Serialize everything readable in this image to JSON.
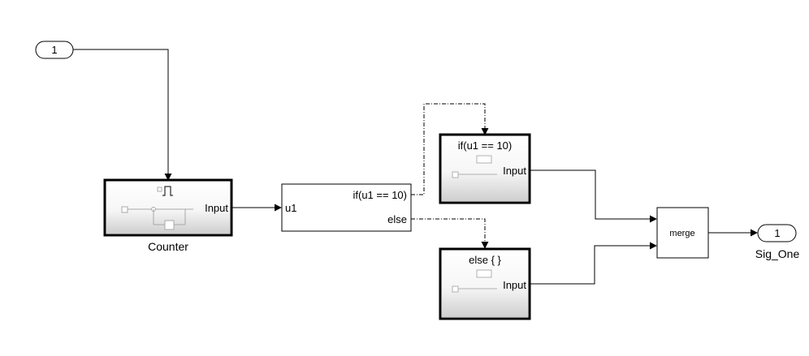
{
  "diagram": {
    "inport": {
      "number": "1"
    },
    "counter": {
      "port_label": "Input",
      "name": "Counter"
    },
    "if_block": {
      "input_label": "u1",
      "if_label": "if(u1 == 10)",
      "else_label": "else"
    },
    "if_action_top": {
      "title": "if(u1 == 10)",
      "port_label": "Input"
    },
    "if_action_bottom": {
      "title": "else { }",
      "port_label": "Input"
    },
    "merge": {
      "label": "merge"
    },
    "outport": {
      "number": "1",
      "name": "Sig_One"
    }
  }
}
